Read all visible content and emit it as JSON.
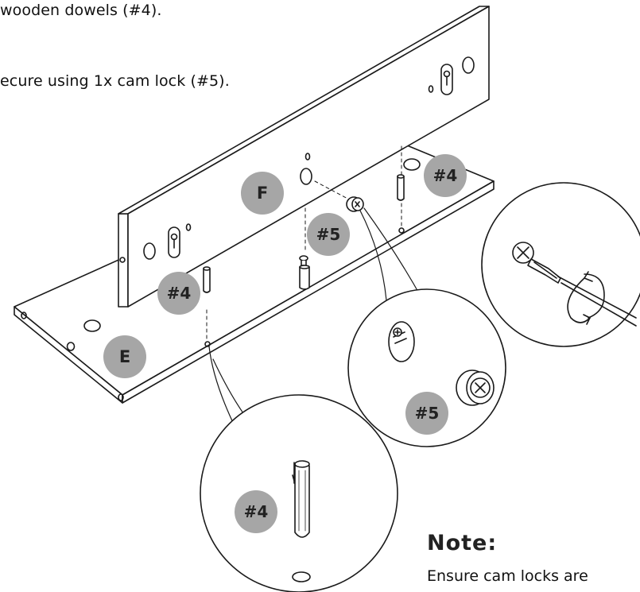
{
  "instructions": {
    "line1": "wooden dowels (#4).",
    "line2": "ecure using 1x cam lock (#5)."
  },
  "labels": {
    "panel_f": "F",
    "panel_e": "E",
    "dowel_left": "#4",
    "dowel_right": "#4",
    "cam_lock_main": "#5",
    "cam_lock_detail": "#5",
    "dowel_detail": "#4"
  },
  "note": {
    "heading": "Note:",
    "text": "Ensure cam locks are"
  },
  "colors": {
    "badge_fill": "#a6a6a6",
    "line": "#1a1a1a"
  }
}
